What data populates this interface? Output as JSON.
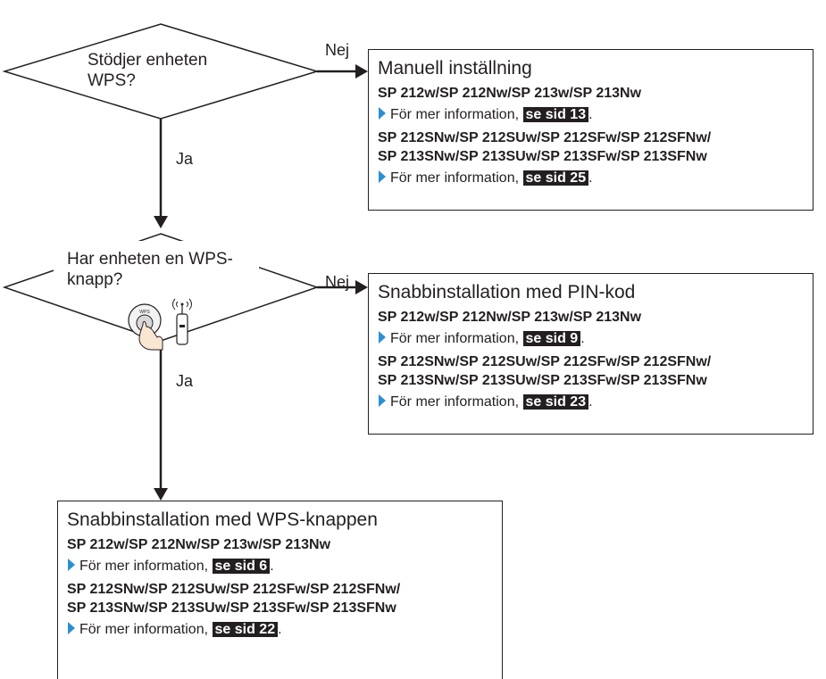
{
  "decisions": [
    {
      "question_line1": "Stödjer enheten",
      "question_line2": "WPS?",
      "no_label": "Nej",
      "yes_label": "Ja"
    },
    {
      "question_line1": "Har enheten en WPS-",
      "question_line2": "knapp?",
      "no_label": "Nej",
      "yes_label": "Ja",
      "icon": "wps-button-router-icon",
      "icon_button_text": "WPS"
    }
  ],
  "boxes": [
    {
      "title": "Manuell inställning",
      "models_a": "SP 212w/SP 212Nw/SP 213w/SP 213Nw",
      "info_a_text": "För mer information,",
      "info_a_ref": "se sid 13",
      "models_b_line1": "SP 212SNw/SP 212SUw/SP 212SFw/SP 212SFNw/",
      "models_b_line2": "SP 213SNw/SP 213SUw/SP 213SFw/SP 213SFNw",
      "info_b_text": "För mer information,",
      "info_b_ref": "se sid 25"
    },
    {
      "title": "Snabbinstallation med PIN-kod",
      "models_a": "SP 212w/SP 212Nw/SP 213w/SP 213Nw",
      "info_a_text": "För mer information,",
      "info_a_ref": "se sid 9",
      "models_b_line1": "SP 212SNw/SP 212SUw/SP 212SFw/SP 212SFNw/",
      "models_b_line2": "SP 213SNw/SP 213SUw/SP 213SFw/SP 213SFNw",
      "info_b_text": "För mer information,",
      "info_b_ref": "se sid 23"
    },
    {
      "title": "Snabbinstallation med WPS-knappen",
      "models_a": "SP 212w/SP 212Nw/SP 213w/SP 213Nw",
      "info_a_text": "För mer information,",
      "info_a_ref": "se sid 6",
      "models_b_line1": "SP 212SNw/SP 212SUw/SP 212SFw/SP 212SFNw/",
      "models_b_line2": "SP 213SNw/SP 213SUw/SP 213SFw/SP 213SFNw",
      "info_b_text": "För mer information,",
      "info_b_ref": "se sid 22"
    }
  ],
  "colors": {
    "line": "#231f20",
    "bullet": "#2e8fd0",
    "ref_bg": "#231f20",
    "ref_text": "#ffffff"
  },
  "punctuation": "."
}
